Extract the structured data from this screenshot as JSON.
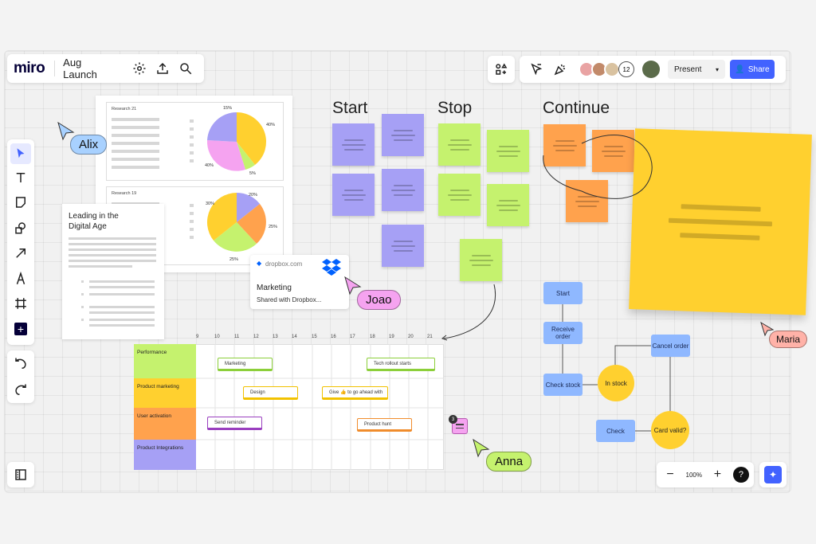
{
  "app": {
    "logo": "miro",
    "board_title": "Aug Launch"
  },
  "toolbar_right": {
    "collaborator_count": "12",
    "present_label": "Present",
    "share_label": "Share"
  },
  "board": {
    "headings": {
      "start": "Start",
      "stop": "Stop",
      "continue": "Continue"
    },
    "research_a_title": "Research 21",
    "research_b_title": "Research 19",
    "pie_a_labels": [
      "15%",
      "40%",
      "40%",
      "5%"
    ],
    "pie_b_labels": [
      "30%",
      "20%",
      "25%",
      "25%"
    ],
    "doc_title_line1": "Leading in the",
    "doc_title_line2": "Digital Age",
    "dropbox": {
      "brand": "dropbox.com",
      "title": "Marketing",
      "subtitle": "Shared with Dropbox..."
    },
    "flowchart": {
      "start": "Start",
      "receive_order": "Receive order",
      "check_stock": "Check stock",
      "in_stock": "In stock",
      "cancel_order": "Cancel order",
      "card_valid": "Card valid?",
      "check": "Check"
    },
    "gantt": {
      "ticks": [
        "9",
        "10",
        "11",
        "12",
        "13",
        "14",
        "15",
        "16",
        "17",
        "18",
        "19",
        "20",
        "21"
      ],
      "rows": [
        {
          "label": "Performance",
          "color": "#c5f26e"
        },
        {
          "label": "Product marketing",
          "color": "#ffd02f"
        },
        {
          "label": "User activation",
          "color": "#ffa24d"
        },
        {
          "label": "Product Integrations",
          "color": "#a6a0f5"
        }
      ],
      "tasks": {
        "marketing": "Marketing",
        "tech_rollout": "Tech rollout starts",
        "design": "Design",
        "give_go": "Give 👍 to go ahead with",
        "send_reminder": "Send reminder",
        "product_hunt": "Product hunt"
      }
    },
    "comment_count": "3",
    "cursors": {
      "alix": "Alix",
      "joao": "Joao",
      "anna": "Anna",
      "maria": "Maria"
    }
  },
  "zoom": {
    "level": "100%"
  },
  "colors": {
    "accent": "#4262ff",
    "sticky_yellow": "#ffd02f"
  },
  "icons": [
    "settings-icon",
    "upload-icon",
    "search-icon",
    "shapes-icon",
    "cursor-icon",
    "reaction-icon",
    "chevron-down-icon",
    "user-icon",
    "select-icon",
    "text-icon",
    "sticky-note-icon",
    "shapes-tool-icon",
    "arrow-icon",
    "pen-icon",
    "frame-icon",
    "add-icon",
    "undo-icon",
    "redo-icon",
    "panel-icon",
    "minus-icon",
    "plus-icon",
    "help-icon",
    "sparkle-icon",
    "dropbox-icon",
    "comment-icon"
  ]
}
